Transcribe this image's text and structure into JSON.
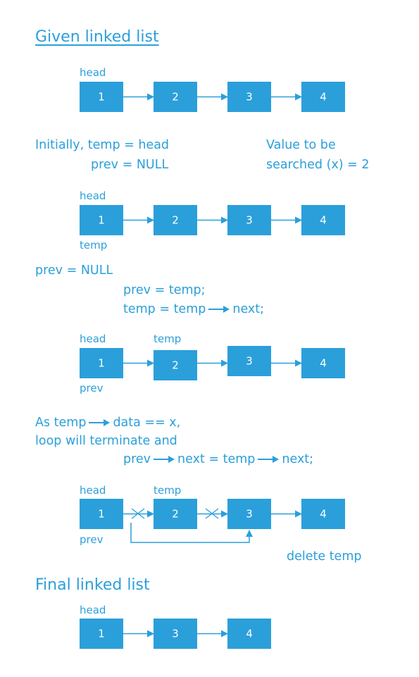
{
  "title": "Given linked list",
  "colors": {
    "accent": "#2b9fda",
    "node_text": "#ffffff",
    "background": "#ffffff"
  },
  "labels": {
    "head": "head",
    "temp": "temp",
    "prev": "prev"
  },
  "steps": {
    "initially": "Initially,  temp = head",
    "prev_null_indented": "prev = NULL",
    "value_line1": "Value to be",
    "value_line2": "searched (x) = 2",
    "prev_null": "prev = NULL",
    "prev_eq_temp": "prev = temp;",
    "temp_next_a": "temp = temp",
    "temp_next_b": "next;",
    "as_temp_a": "As temp",
    "as_temp_b": "data == x,",
    "loop_terminate": "loop will terminate and",
    "prev_next_a": "prev",
    "prev_next_b": "next = temp",
    "prev_next_c": "next;",
    "delete_temp": "delete temp",
    "final_title": "Final linked list"
  },
  "lists": {
    "given": [
      "1",
      "2",
      "3",
      "4"
    ],
    "step1": [
      "1",
      "2",
      "3",
      "4"
    ],
    "step2": [
      "1",
      "2",
      "3",
      "4"
    ],
    "step3": [
      "1",
      "2",
      "3",
      "4"
    ],
    "final": [
      "1",
      "3",
      "4"
    ]
  }
}
